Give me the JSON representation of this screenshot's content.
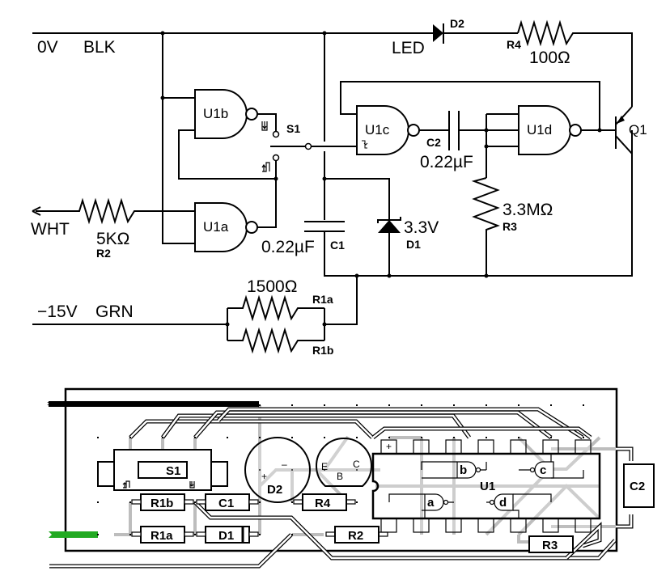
{
  "schematic": {
    "rails": {
      "ground_label": "0V",
      "ground_color": "BLK",
      "negative_label": "−15V",
      "negative_color": "GRN",
      "output_label": "WHT"
    },
    "components": {
      "D2": {
        "ref": "D2",
        "value": "LED"
      },
      "R4": {
        "ref": "R4",
        "value": "100Ω"
      },
      "U1a": {
        "ref": "U1a"
      },
      "U1b": {
        "ref": "U1b"
      },
      "U1c": {
        "ref": "U1c"
      },
      "U1d": {
        "ref": "U1d"
      },
      "S1": {
        "ref": "S1"
      },
      "C2": {
        "ref": "C2",
        "value": "0.22µF"
      },
      "C1": {
        "ref": "C1",
        "value": "0.22µF"
      },
      "D1": {
        "ref": "D1",
        "value": "3.3V"
      },
      "R3": {
        "ref": "R3",
        "value": "3.3MΩ"
      },
      "R2": {
        "ref": "R2",
        "value": "5KΩ"
      },
      "R1": {
        "value": "1500Ω",
        "ref_a": "R1a",
        "ref_b": "R1b"
      },
      "Q1": {
        "ref": "Q1"
      }
    }
  },
  "pcb": {
    "parts": {
      "S1": "S1",
      "R1b": "R1b",
      "R1a": "R1a",
      "C1": "C1",
      "D1": "D1",
      "D2": "D2",
      "D2_plus": "+",
      "D2_minus": "–",
      "R4": "R4",
      "R2": "R2",
      "R3": "R3",
      "Q1_pins": [
        "E",
        "B",
        "C"
      ],
      "U1": "U1",
      "U1_gates": [
        "a",
        "b",
        "c",
        "d"
      ],
      "U1_plus": "+",
      "C2": "C2"
    },
    "wire_colors": {
      "ground": "#000000",
      "negative": "#22aa22",
      "trace": "#bdbdbd"
    }
  }
}
